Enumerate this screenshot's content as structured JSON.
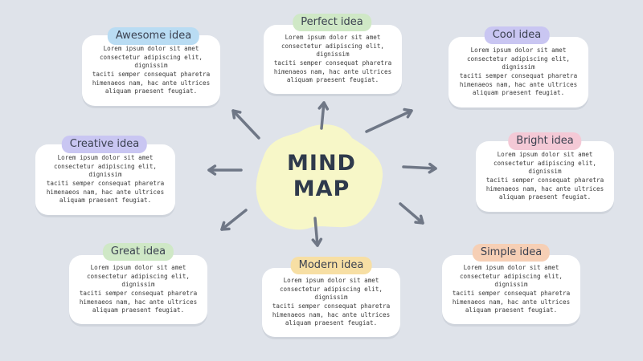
{
  "center": {
    "title_line1": "MIND",
    "title_line2": "MAP",
    "blob_color": "#f7f7c8"
  },
  "body_text": "Lorem ipsum dolor sit amet\nconsectetur adipiscing elit, dignissim\ntaciti semper consequat pharetra\nhimenaeos nam, hac ante ultrices\naliquam praesent feugiat.",
  "nodes": {
    "awesome": {
      "label": "Awesome idea",
      "color": "#b9dcf3"
    },
    "perfect": {
      "label": "Perfect  idea",
      "color": "#cfe8c6"
    },
    "cool": {
      "label": "Cool idea",
      "color": "#c9c6f2"
    },
    "creative": {
      "label": "Creative idea",
      "color": "#c9c6f2"
    },
    "bright": {
      "label": "Bright idea",
      "color": "#f4c9d6"
    },
    "great": {
      "label": "Great idea",
      "color": "#cfe8c6"
    },
    "modern": {
      "label": "Modern idea",
      "color": "#f7dfa4"
    },
    "simple": {
      "label": "Simple idea",
      "color": "#f6cfb5"
    }
  },
  "arrow_color": "#6f7786"
}
